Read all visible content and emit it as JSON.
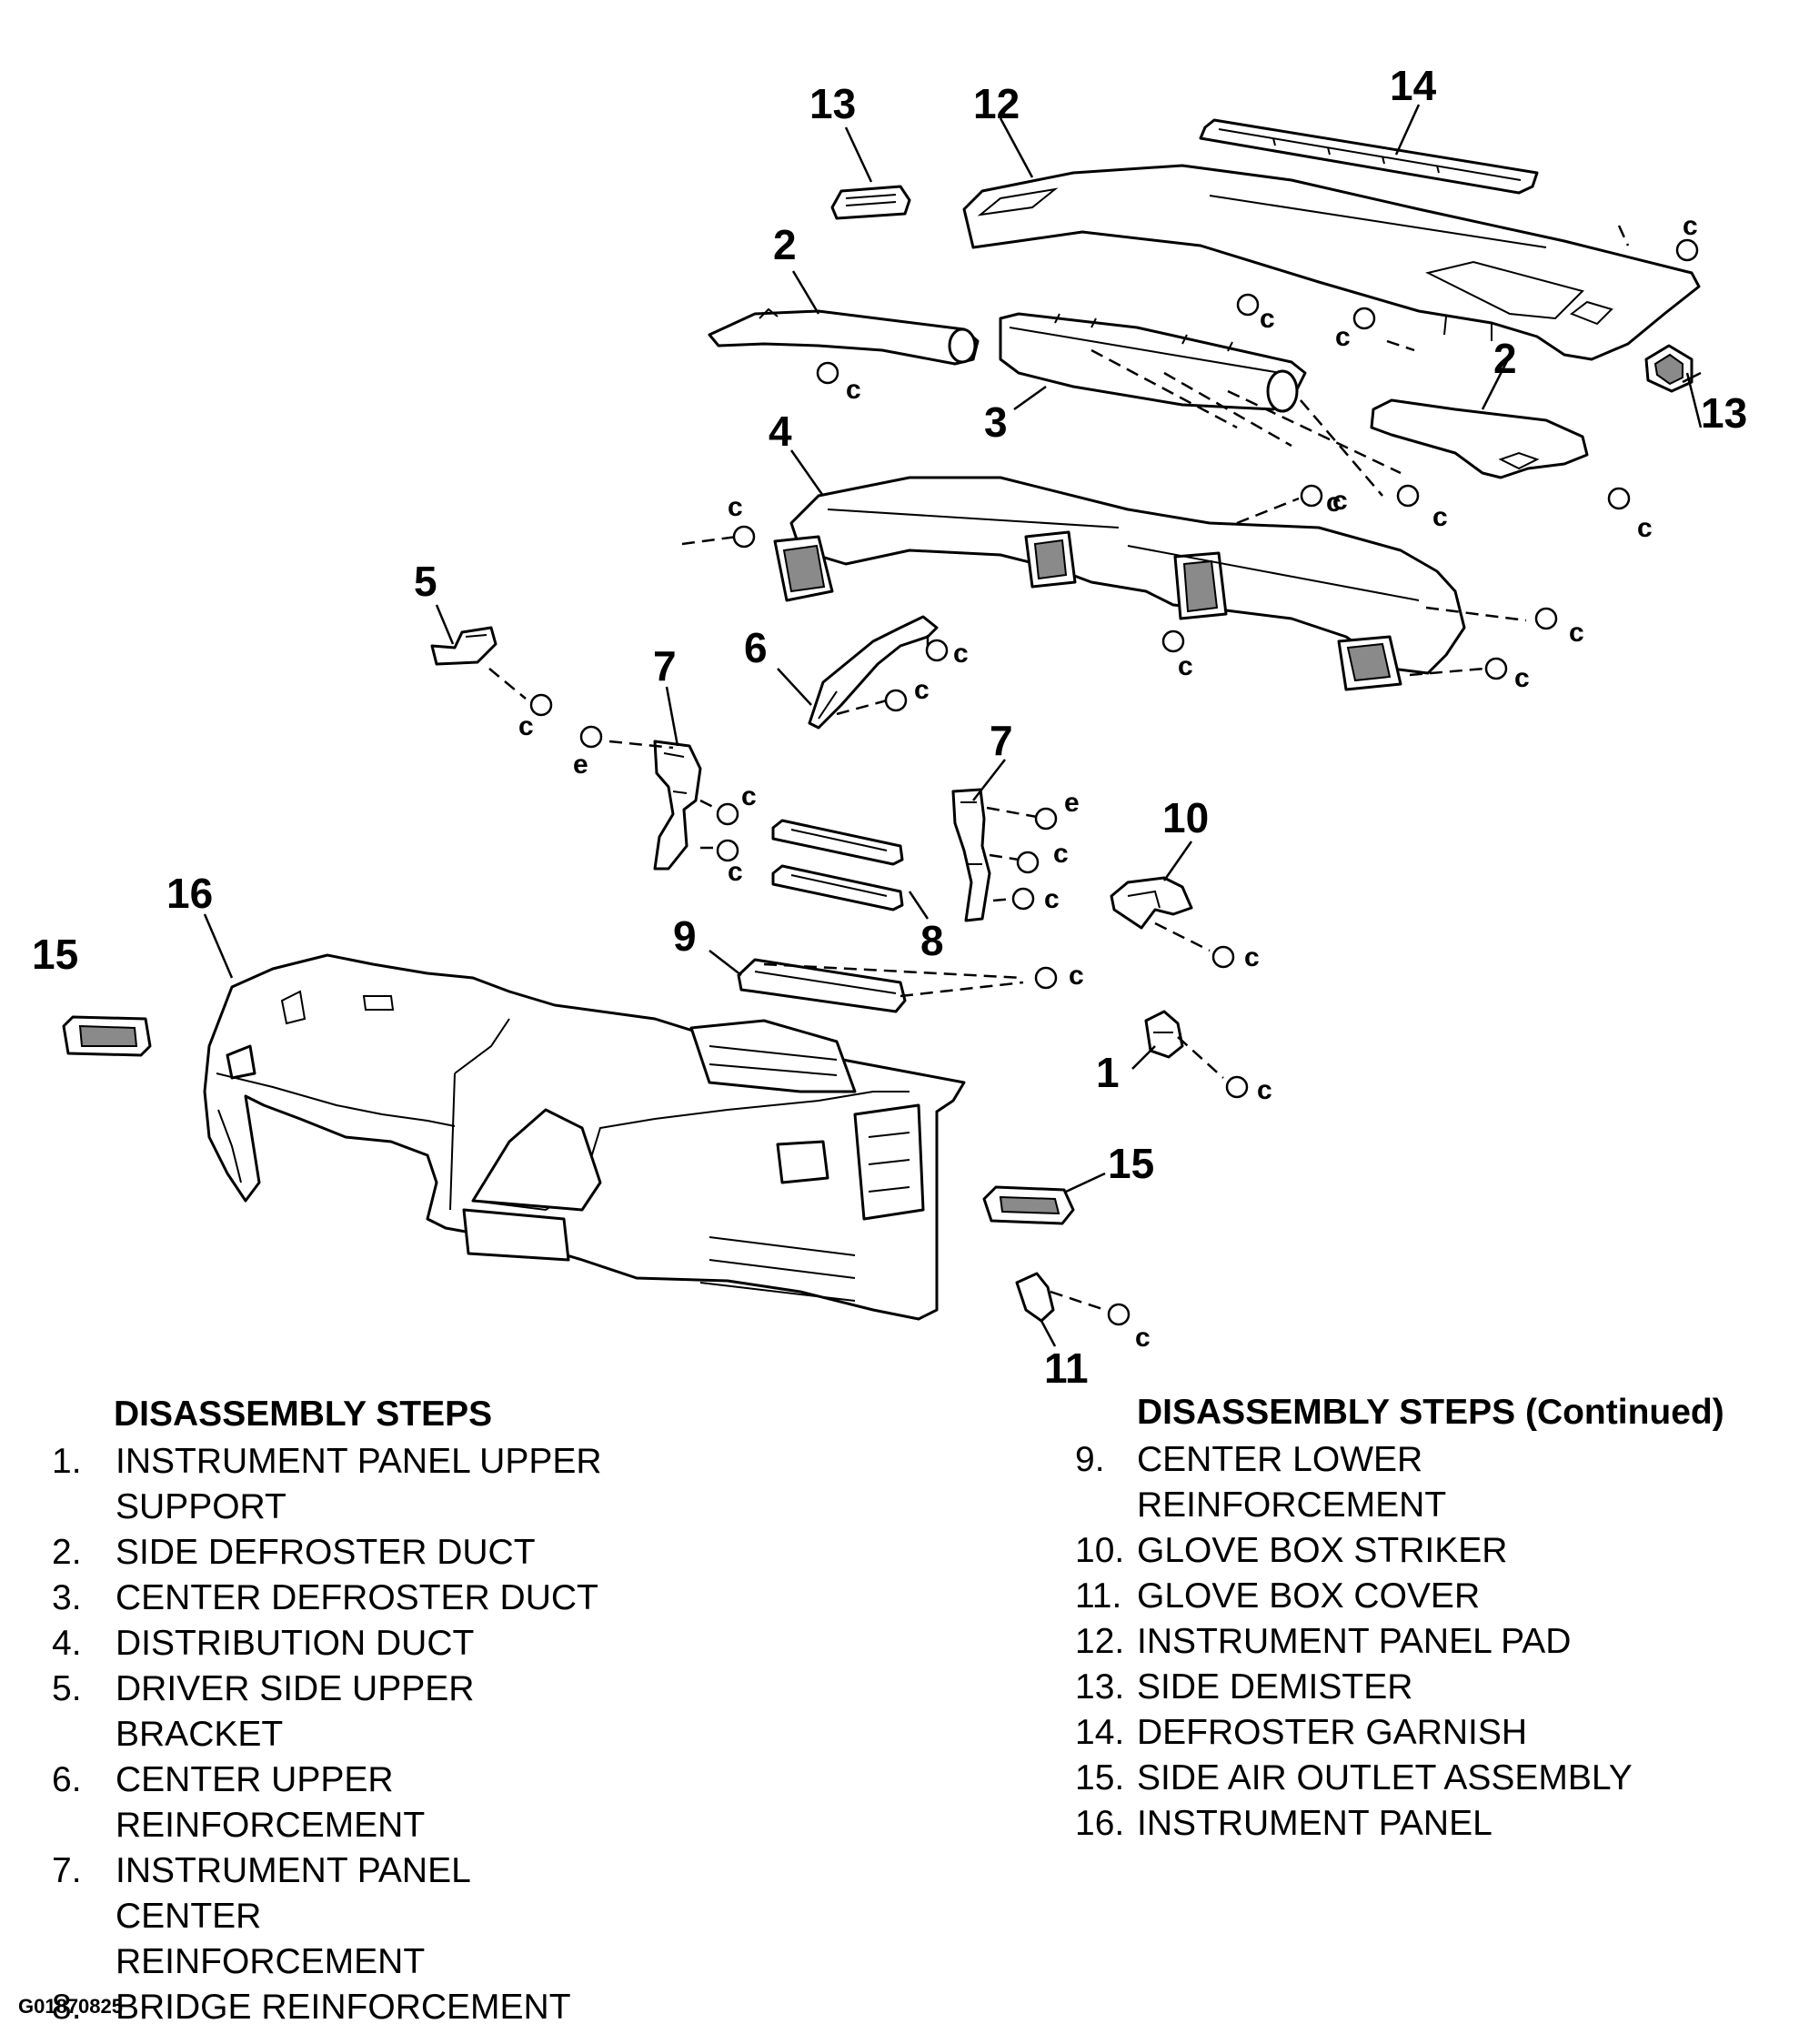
{
  "callouts": {
    "c1": "1",
    "c2a": "2",
    "c2b": "2",
    "c3": "3",
    "c4": "4",
    "c5": "5",
    "c6": "6",
    "c7a": "7",
    "c7b": "7",
    "c8": "8",
    "c9": "9",
    "c10": "10",
    "c11": "11",
    "c12": "12",
    "c13a": "13",
    "c13b": "13",
    "c14": "14",
    "c15a": "15",
    "c15b": "15",
    "c16": "16"
  },
  "fastener_c": "c",
  "fastener_e": "e",
  "steps_left": {
    "heading": "DISASSEMBLY STEPS",
    "items": [
      {
        "num": "1.",
        "lines": [
          "INSTRUMENT PANEL UPPER",
          "SUPPORT"
        ]
      },
      {
        "num": "2.",
        "lines": [
          "SIDE DEFROSTER DUCT"
        ]
      },
      {
        "num": "3.",
        "lines": [
          "CENTER DEFROSTER DUCT"
        ]
      },
      {
        "num": "4.",
        "lines": [
          "DISTRIBUTION DUCT"
        ]
      },
      {
        "num": "5.",
        "lines": [
          "DRIVER SIDE UPPER BRACKET"
        ]
      },
      {
        "num": "6.",
        "lines": [
          "CENTER UPPER",
          "REINFORCEMENT"
        ]
      },
      {
        "num": "7.",
        "lines": [
          "INSTRUMENT PANEL CENTER",
          "REINFORCEMENT"
        ]
      },
      {
        "num": "8.",
        "lines": [
          "BRIDGE REINFORCEMENT"
        ]
      }
    ]
  },
  "steps_right": {
    "heading": "DISASSEMBLY STEPS (Continued)",
    "items": [
      {
        "num": "9.",
        "lines": [
          "CENTER LOWER",
          "REINFORCEMENT"
        ]
      },
      {
        "num": "10.",
        "lines": [
          "GLOVE BOX STRIKER"
        ]
      },
      {
        "num": "11.",
        "lines": [
          "GLOVE BOX COVER"
        ]
      },
      {
        "num": "12.",
        "lines": [
          "INSTRUMENT PANEL PAD"
        ]
      },
      {
        "num": "13.",
        "lines": [
          "SIDE DEMISTER"
        ]
      },
      {
        "num": "14.",
        "lines": [
          "DEFROSTER GARNISH"
        ]
      },
      {
        "num": "15.",
        "lines": [
          "SIDE AIR OUTLET ASSEMBLY"
        ]
      },
      {
        "num": "16.",
        "lines": [
          "INSTRUMENT PANEL"
        ]
      }
    ]
  },
  "figure_code": "G01870825"
}
